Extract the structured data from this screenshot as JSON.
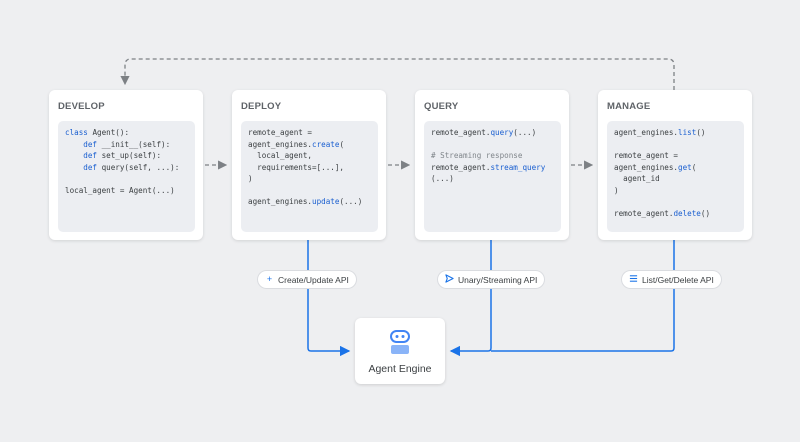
{
  "stages": [
    {
      "title": "DEVELOP",
      "code": [
        [
          {
            "t": "class ",
            "c": "kw"
          },
          {
            "t": "Agent():",
            "c": ""
          }
        ],
        [
          {
            "t": "    def ",
            "c": "kw"
          },
          {
            "t": "__init__(self):",
            "c": ""
          }
        ],
        [
          {
            "t": "    def ",
            "c": "kw"
          },
          {
            "t": "set_up(self):",
            "c": ""
          }
        ],
        [
          {
            "t": "    def ",
            "c": "kw"
          },
          {
            "t": "query(self, ...):",
            "c": ""
          }
        ],
        [],
        [
          {
            "t": "local_agent = Agent(...)",
            "c": ""
          }
        ]
      ]
    },
    {
      "title": "DEPLOY",
      "code": [
        [
          {
            "t": "remote_agent =",
            "c": ""
          }
        ],
        [
          {
            "t": "agent_engines.",
            "c": ""
          },
          {
            "t": "create",
            "c": "fn"
          },
          {
            "t": "(",
            "c": ""
          }
        ],
        [
          {
            "t": "  local_agent,",
            "c": ""
          }
        ],
        [
          {
            "t": "  requirements=[...],",
            "c": ""
          }
        ],
        [
          {
            "t": ")",
            "c": ""
          }
        ],
        [],
        [
          {
            "t": "agent_engines.",
            "c": ""
          },
          {
            "t": "update",
            "c": "fn"
          },
          {
            "t": "(...)",
            "c": ""
          }
        ]
      ]
    },
    {
      "title": "QUERY",
      "code": [
        [
          {
            "t": "remote_agent.",
            "c": ""
          },
          {
            "t": "query",
            "c": "fn"
          },
          {
            "t": "(...)",
            "c": ""
          }
        ],
        [],
        [
          {
            "t": "# Streaming response",
            "c": "cm"
          }
        ],
        [
          {
            "t": "remote_agent.",
            "c": ""
          },
          {
            "t": "stream_query",
            "c": "fn"
          }
        ],
        [
          {
            "t": "(...)",
            "c": ""
          }
        ]
      ]
    },
    {
      "title": "MANAGE",
      "code": [
        [
          {
            "t": "agent_engines.",
            "c": ""
          },
          {
            "t": "list",
            "c": "fn"
          },
          {
            "t": "()",
            "c": ""
          }
        ],
        [],
        [
          {
            "t": "remote_agent =",
            "c": ""
          }
        ],
        [
          {
            "t": "agent_engines.",
            "c": ""
          },
          {
            "t": "get",
            "c": "fn"
          },
          {
            "t": "(",
            "c": ""
          }
        ],
        [
          {
            "t": "  agent_id",
            "c": ""
          }
        ],
        [
          {
            "t": ")",
            "c": ""
          }
        ],
        [],
        [
          {
            "t": "remote_agent.",
            "c": ""
          },
          {
            "t": "delete",
            "c": "fn"
          },
          {
            "t": "()",
            "c": ""
          }
        ]
      ]
    }
  ],
  "apis": [
    {
      "label": "Create/Update API",
      "icon": "plus-icon"
    },
    {
      "label": "Unary/Streaming API",
      "icon": "send-icon"
    },
    {
      "label": "List/Get/Delete API",
      "icon": "list-icon"
    }
  ],
  "engine": {
    "label": "Agent Engine",
    "icon": "agent-engine-icon"
  },
  "colors": {
    "accent": "#1a73e8",
    "dashed": "#80868b",
    "background": "#eeeff1"
  }
}
